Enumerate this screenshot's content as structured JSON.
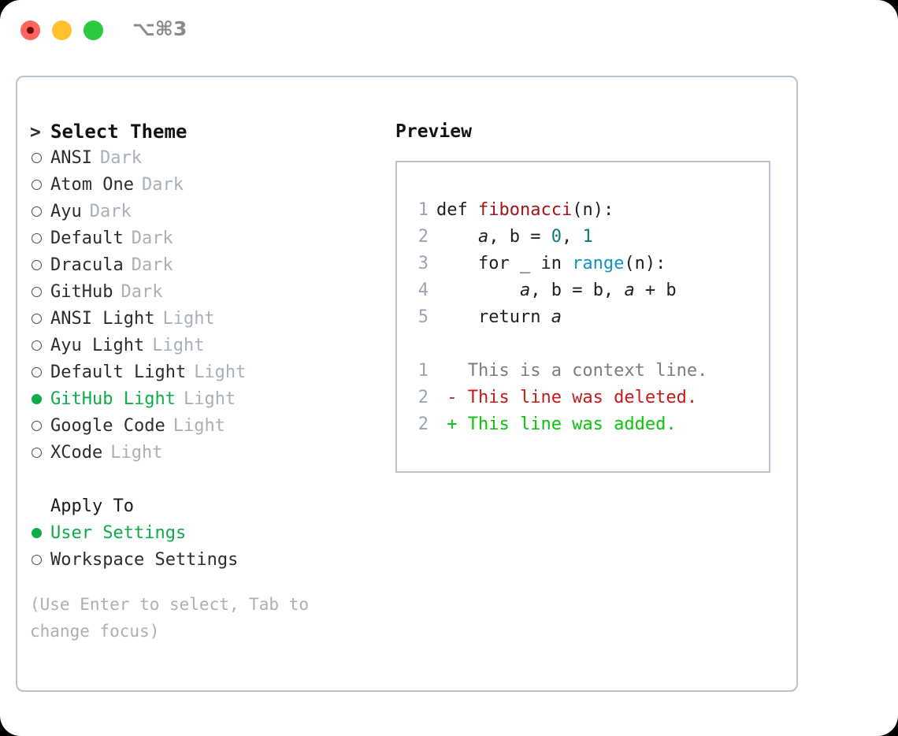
{
  "titlebar": {
    "shortcut": "⌥⌘3",
    "lights": [
      {
        "name": "close",
        "color": "#ff655c"
      },
      {
        "name": "minimize",
        "color": "#ffc12e"
      },
      {
        "name": "maximize",
        "color": "#2ac940"
      }
    ]
  },
  "left": {
    "header": {
      "marker": ">",
      "label": "Select Theme"
    },
    "themes": [
      {
        "marker": "○",
        "label": "ANSI",
        "badge": "Dark",
        "selected": false
      },
      {
        "marker": "○",
        "label": "Atom One",
        "badge": "Dark",
        "selected": false
      },
      {
        "marker": "○",
        "label": "Ayu",
        "badge": "Dark",
        "selected": false
      },
      {
        "marker": "○",
        "label": "Default",
        "badge": "Dark",
        "selected": false
      },
      {
        "marker": "○",
        "label": "Dracula",
        "badge": "Dark",
        "selected": false
      },
      {
        "marker": "○",
        "label": "GitHub",
        "badge": "Dark",
        "selected": false
      },
      {
        "marker": "○",
        "label": "ANSI Light",
        "badge": "Light",
        "selected": false
      },
      {
        "marker": "○",
        "label": "Ayu Light",
        "badge": "Light",
        "selected": false
      },
      {
        "marker": "○",
        "label": "Default Light",
        "badge": "Light",
        "selected": false
      },
      {
        "marker": "●",
        "label": "GitHub Light",
        "badge": "Light",
        "selected": true
      },
      {
        "marker": "○",
        "label": "Google Code",
        "badge": "Light",
        "selected": false
      },
      {
        "marker": "○",
        "label": "XCode",
        "badge": "Light",
        "selected": false
      }
    ],
    "apply_to": {
      "header": "Apply To",
      "options": [
        {
          "marker": "●",
          "label": "User Settings",
          "selected": true
        },
        {
          "marker": "○",
          "label": "Workspace Settings",
          "selected": false
        }
      ]
    },
    "hint": "(Use Enter to select, Tab to change focus)"
  },
  "right": {
    "title": "Preview",
    "code_lines": [
      {
        "num": "1",
        "tokens": [
          {
            "text": "def ",
            "type": "kw"
          },
          {
            "text": "fibonacci",
            "type": "fn"
          },
          {
            "text": "(n):",
            "type": "plain"
          }
        ]
      },
      {
        "num": "2",
        "tokens": [
          {
            "text": "    ",
            "type": "plain"
          },
          {
            "text": "a",
            "type": "var"
          },
          {
            "text": ", ",
            "type": "plain"
          },
          {
            "text": "b",
            "type": "plain"
          },
          {
            "text": " = ",
            "type": "plain"
          },
          {
            "text": "0",
            "type": "num"
          },
          {
            "text": ", ",
            "type": "plain"
          },
          {
            "text": "1",
            "type": "num"
          }
        ]
      },
      {
        "num": "3",
        "tokens": [
          {
            "text": "    for _ in ",
            "type": "plain"
          },
          {
            "text": "range",
            "type": "call"
          },
          {
            "text": "(n):",
            "type": "plain"
          }
        ]
      },
      {
        "num": "4",
        "tokens": [
          {
            "text": "        ",
            "type": "plain"
          },
          {
            "text": "a",
            "type": "var"
          },
          {
            "text": ", b = b, ",
            "type": "plain"
          },
          {
            "text": "a",
            "type": "var"
          },
          {
            "text": " + b",
            "type": "plain"
          }
        ]
      },
      {
        "num": "5",
        "tokens": [
          {
            "text": "    return ",
            "type": "plain"
          },
          {
            "text": "a",
            "type": "var"
          }
        ]
      }
    ],
    "diff_lines": [
      {
        "num": "1",
        "sign": " ",
        "text": "This is a context line.",
        "type": "ctx"
      },
      {
        "num": "2",
        "sign": "-",
        "text": "This line was deleted.",
        "type": "del"
      },
      {
        "num": "2",
        "sign": "+",
        "text": "This line was added.",
        "type": "add"
      }
    ]
  },
  "colors": {
    "accent_green": "#0eac46",
    "badge_grey": "#a8b0ba",
    "border": "#b9c2ce",
    "diff_add": "#0ac40a",
    "diff_del": "#c41a1a",
    "diff_ctx": "#7d7d7d",
    "fn": "#a31515",
    "call": "#1193c4",
    "num": "#0f7a73"
  }
}
